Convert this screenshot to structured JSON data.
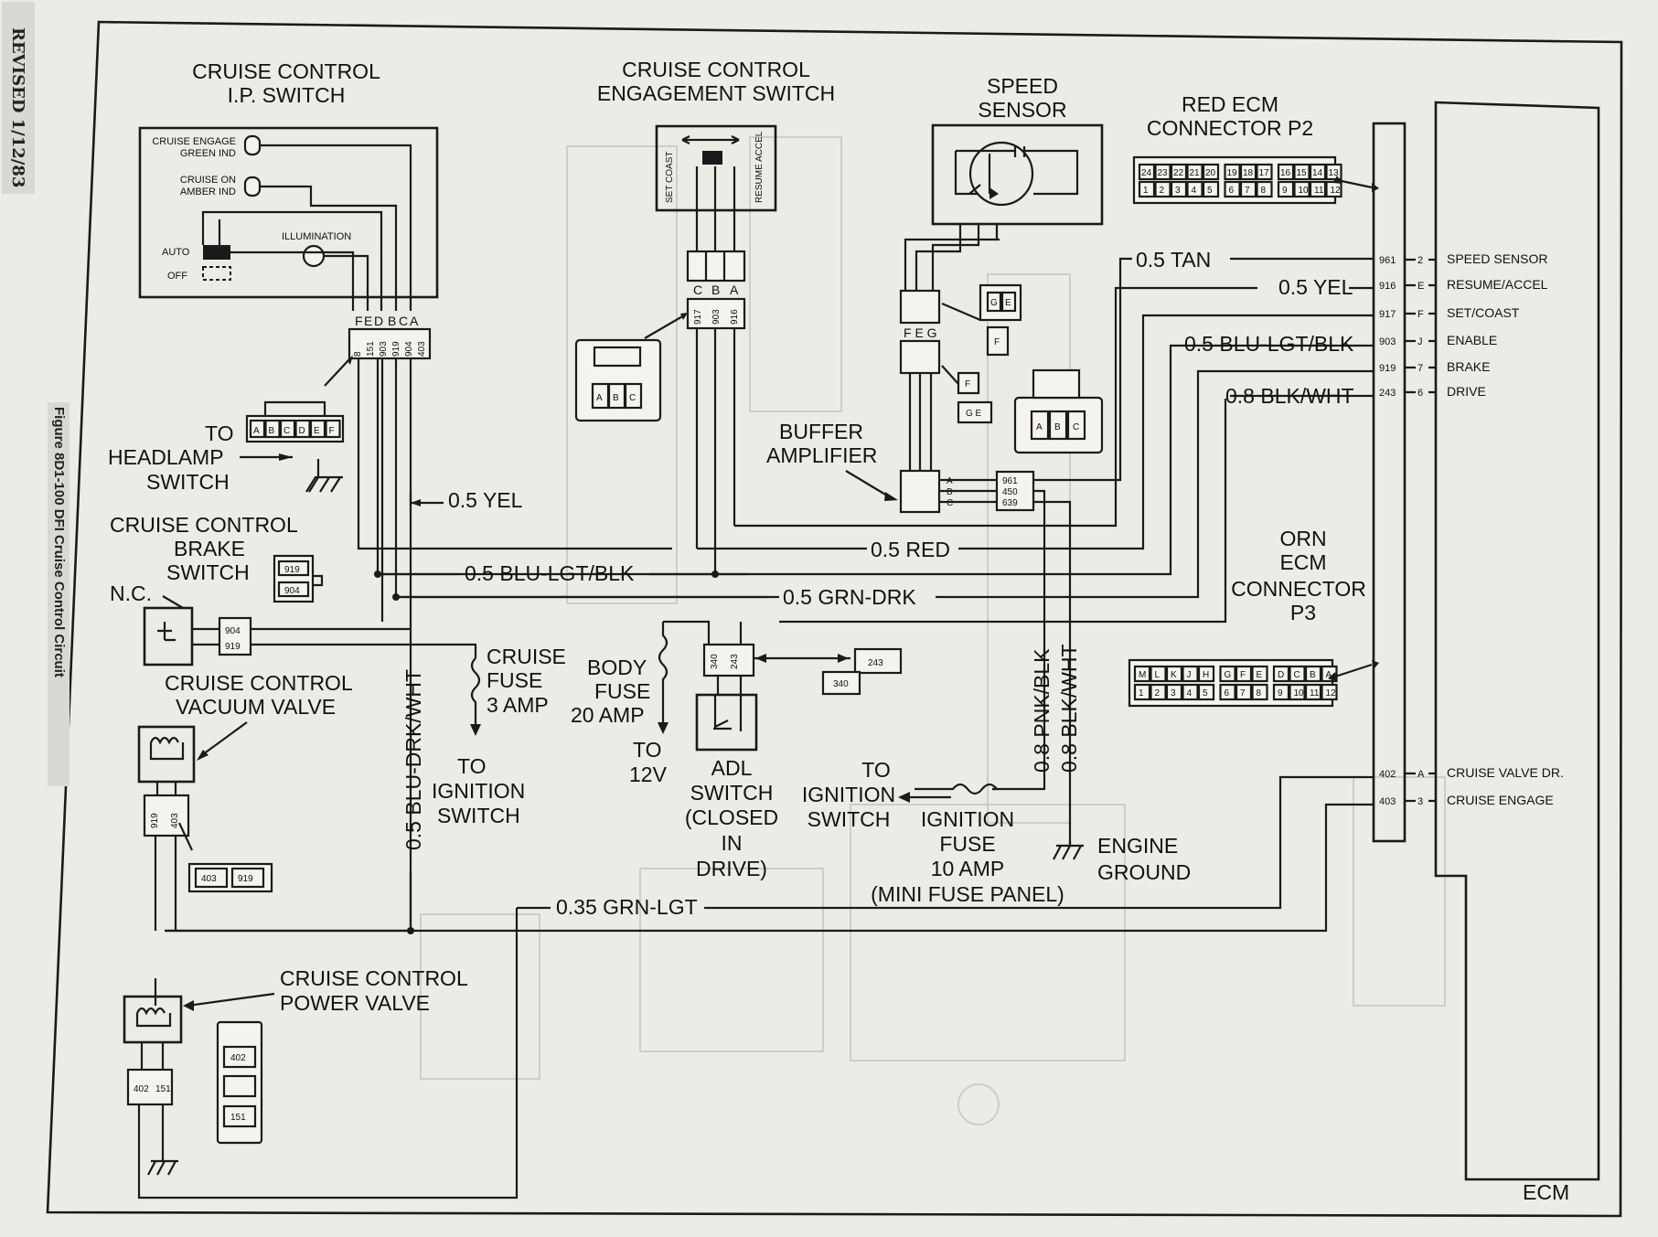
{
  "header": {
    "revised": "REVISED 1/12/83",
    "figure": "Figure 8D1-100 DFI Cruise Control Circuit"
  },
  "components": {
    "ip_switch": "CRUISE CONTROL|I.P. SWITCH",
    "ip_cruise_engage": "CRUISE ENGAGE|GREEN IND",
    "ip_cruise_on": "CRUISE ON|AMBER IND",
    "ip_illumination": "ILLUMINATION",
    "ip_auto": "AUTO",
    "ip_off": "OFF",
    "ip_pins": [
      "F",
      "E",
      "D",
      "B",
      "C",
      "A"
    ],
    "ip_circuits": [
      "8",
      "151",
      "903",
      "919",
      "904",
      "403"
    ],
    "headlamp_pins": [
      "A",
      "B",
      "C",
      "D",
      "E",
      "F"
    ],
    "to_headlamp": "TO|HEADLAMP|SWITCH",
    "engagement_switch": "CRUISE CONTROL|ENGAGEMENT SWITCH",
    "set_coast_small": "SET COAST",
    "resume_accel_small": "RESUME ACCEL",
    "engage_pins": [
      "C",
      "B",
      "A"
    ],
    "engage_circuits": [
      "917",
      "903",
      "916"
    ],
    "plug_pins": [
      "A",
      "B",
      "C"
    ],
    "speed_sensor": "SPEED|SENSOR",
    "buffer_amp": "BUFFER|AMPLIFIER",
    "fge": "F E G",
    "buffer_pins": [
      "A",
      "B",
      "C"
    ],
    "buffer_circuits": [
      "961",
      "450",
      "639"
    ],
    "red_ecm": "RED ECM|CONNECTOR P2",
    "red_ecm_top": [
      "24",
      "23",
      "22",
      "21",
      "20",
      "19",
      "18",
      "17",
      "16",
      "15",
      "14",
      "13"
    ],
    "red_ecm_bottom": [
      "1",
      "2",
      "3",
      "4",
      "5",
      "6",
      "7",
      "8",
      "9",
      "10",
      "11",
      "12"
    ],
    "orn_ecm": "ORN|ECM|CONNECTOR|P3",
    "orn_top": [
      "M",
      "L",
      "K",
      "J",
      "H",
      "G",
      "F",
      "E",
      "D",
      "C",
      "B",
      "A"
    ],
    "orn_bottom": [
      "1",
      "2",
      "3",
      "4",
      "5",
      "6",
      "7",
      "8",
      "9",
      "10",
      "11",
      "12"
    ],
    "brake_switch": "CRUISE CONTROL|BRAKE|SWITCH",
    "nc": "N.C.",
    "brake_circuits": [
      "904",
      "919"
    ],
    "vacuum_valve": "CRUISE CONTROL|VACUUM VALVE",
    "vacuum_circuits": [
      "919",
      "403"
    ],
    "vacuum_plug": [
      "403",
      "919"
    ],
    "power_valve": "CRUISE CONTROL|POWER VALVE",
    "power_circuits": [
      "402",
      "151"
    ],
    "power_plug": [
      "402",
      "151"
    ],
    "cruise_fuse": "CRUISE|FUSE|3 AMP",
    "to_ignition_1": "TO|IGNITION|SWITCH",
    "body_fuse": "BODY|FUSE|20 AMP",
    "to_12v": "TO|12V",
    "adl_switch": "ADL|SWITCH|(CLOSED|IN|DRIVE)",
    "adl_circuits": [
      "340",
      "243"
    ],
    "adl_plug_a": "243",
    "adl_plug_b": "340",
    "to_ignition_2": "TO|IGNITION|SWITCH",
    "ignition_fuse": "IGNITION|FUSE|10 AMP|(MINI FUSE PANEL)",
    "engine_ground": "ENGINE|GROUND",
    "ecm": "ECM"
  },
  "wires": {
    "yel_05": "0.5 YEL",
    "blu_lgt_blk": "0.5 BLU-LGT/BLK",
    "grn_drk": "0.5 GRN-DRK",
    "red_05": "0.5 RED",
    "blu_drk_wht": "0.5 BLU-DRK/WHT",
    "grn_lgt": "0.35 GRN-LGT",
    "pnk_blk": "0.8 PNK/BLK",
    "blk_wht_vert": "0.8 BLK/WHT",
    "tan_05": "0.5 TAN",
    "yel_05_ecm": "0.5 YEL",
    "blu_lgt_blk_ecm": "0.5 BLU-LGT/BLK",
    "blk_wht_ecm": "0.8 BLK/WHT"
  },
  "ecm_pins": [
    {
      "circuit": "961",
      "pin": "2",
      "name": "SPEED SENSOR"
    },
    {
      "circuit": "916",
      "pin": "E",
      "name": "RESUME/ACCEL"
    },
    {
      "circuit": "917",
      "pin": "F",
      "name": "SET/COAST"
    },
    {
      "circuit": "903",
      "pin": "J",
      "name": "ENABLE"
    },
    {
      "circuit": "919",
      "pin": "7",
      "name": "BRAKE"
    },
    {
      "circuit": "243",
      "pin": "6",
      "name": "DRIVE"
    },
    {
      "circuit": "402",
      "pin": "A",
      "name": "CRUISE VALVE DR."
    },
    {
      "circuit": "403",
      "pin": "3",
      "name": "CRUISE ENGAGE"
    }
  ]
}
